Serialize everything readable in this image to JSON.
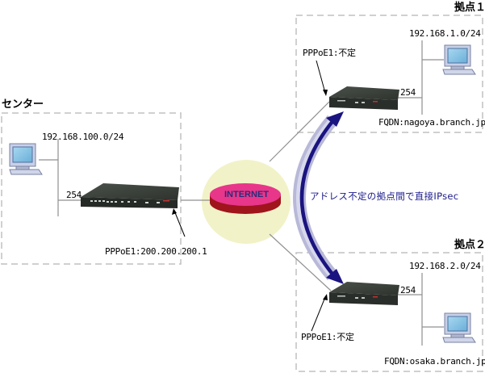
{
  "sites": {
    "center": {
      "title": "センター",
      "lan": "192.168.100.0/24",
      "router_lan_ip": "254",
      "wan": "PPPoE1:200.200.200.1"
    },
    "branch1": {
      "title": "拠点１",
      "lan": "192.168.1.0/24",
      "router_lan_ip": "254",
      "wan": "PPPoE1:不定",
      "fqdn": "FQDN:nagoya.branch.jp"
    },
    "branch2": {
      "title": "拠点２",
      "lan": "192.168.2.0/24",
      "router_lan_ip": "254",
      "wan": "PPPoE1:不定",
      "fqdn": "FQDN:osaka.branch.jp"
    }
  },
  "internet": {
    "label": "INTERNET"
  },
  "vpn": {
    "label": "アドレス不定の拠点間で直接IPsec"
  },
  "colors": {
    "dashed_border": "#c0c0c0",
    "line": "#909090",
    "internet_halo": "#f2f2c8",
    "internet_disk_top": "#e8368a",
    "internet_disk_side": "#a0141c",
    "arrow": "#1a1480",
    "arrow_glow": "#b8b8d8",
    "router_body": "#3a3f3a"
  }
}
